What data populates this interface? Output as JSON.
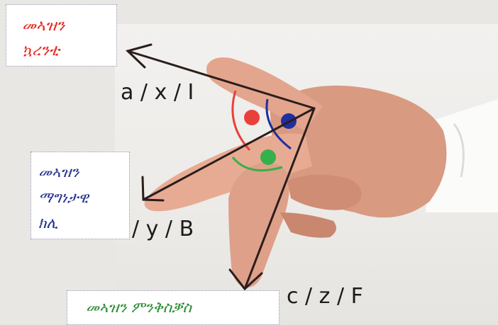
{
  "labels": {
    "current": {
      "line1": "መኣዝን",
      "line2": "ኳረንቲ",
      "color": "#e8291d"
    },
    "magnetic_field": {
      "line1": "መኣዝን",
      "line2": "ማግነታዊ",
      "line3": "ክሊ",
      "color": "#27338f"
    },
    "motion": {
      "text": "መኣዝን ምንቅስቓስ",
      "color": "#2b8c34"
    }
  },
  "axes": {
    "first": "a / x / I",
    "second": "/ y / B",
    "third": "c / z / F"
  },
  "angle_markers": {
    "red": "#e8413a",
    "blue": "#1f2fa0",
    "green": "#36b04a"
  },
  "icons": [
    "hand-image",
    "arrow-current",
    "arrow-field",
    "arrow-force"
  ]
}
